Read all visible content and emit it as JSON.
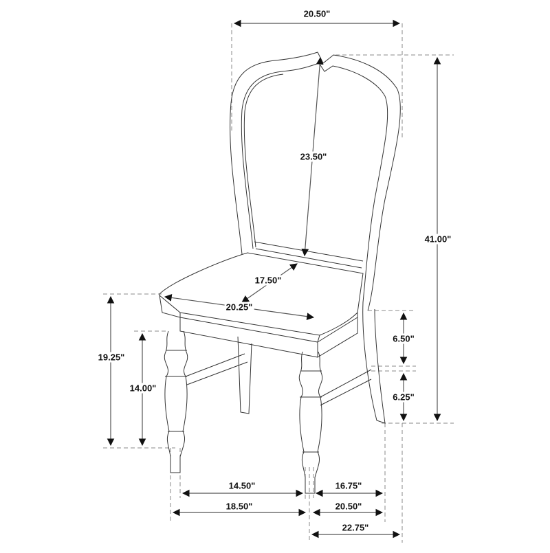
{
  "diagram": {
    "subject": "Dining side chair with arched back and turned legs",
    "line_color": "#333333",
    "dimension_color": "#555555",
    "dimensions": {
      "overall_width_top": "20.50\"",
      "back_height": "23.50\"",
      "seat_depth": "17.50\"",
      "seat_width": "20.25\"",
      "overall_height": "41.00\"",
      "apron_to_stretcher": "6.50\"",
      "stretcher_height": "6.25\"",
      "seat_height": "19.25\"",
      "apron_height": "14.00\"",
      "front_leg_inner_width": "14.50\"",
      "front_width": "18.50\"",
      "side_inner_depth": "16.75\"",
      "side_depth": "20.50\"",
      "overall_depth": "22.75\""
    }
  }
}
